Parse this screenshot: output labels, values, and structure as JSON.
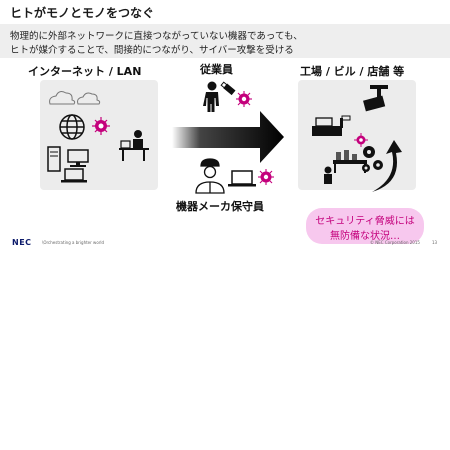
{
  "title": "ヒトがモノとモノをつなぐ",
  "subtitle": {
    "line1": "物理的に外部ネットワークに直接つながっていない機器であっても、",
    "line2": "ヒトが媒介することで、間接的につながり、サイバー攻撃を受ける"
  },
  "labels": {
    "internet": "インターネット / LAN",
    "employee": "従業員",
    "facility": "工場 / ビル / 店舗 等",
    "vendor": "機器メーカ保守員"
  },
  "callout": {
    "line1": "セキュリティ脅威には",
    "line2": "無防備な状況…"
  },
  "footer": {
    "logo": "NEC",
    "tagline": "\\Orchestrating a brighter world",
    "copyright": "© NEC Corporation 2015",
    "page": "13"
  },
  "colors": {
    "virus": "#c4007c",
    "callout_bg": "#f7c8ee",
    "panel_bg": "#ececec",
    "arrow_start": "#ffffff",
    "arrow_end": "#000000",
    "logo": "#0d1b6b"
  },
  "icons": [
    "cloud-icon",
    "globe-icon",
    "person-at-desk-icon",
    "server-icon",
    "laptop-icon",
    "virus-icon",
    "usb-icon",
    "worker-icon",
    "cash-register-icon",
    "cctv-camera-icon",
    "factory-icon",
    "gear-icon"
  ]
}
